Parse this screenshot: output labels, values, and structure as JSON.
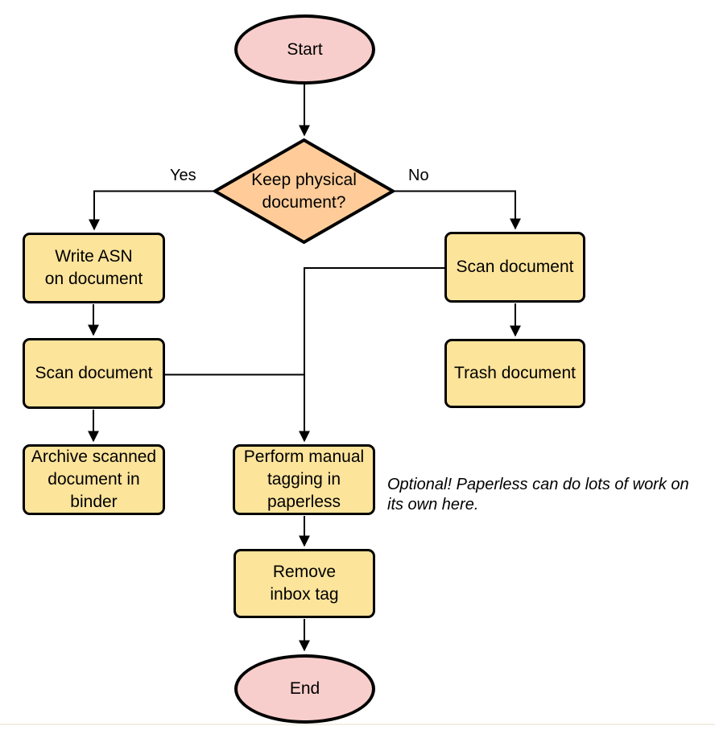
{
  "colors": {
    "background": "#FFFFFF",
    "stroke": "#000000",
    "terminator-fill": "#F8CECC",
    "decision-fill": "#FFCC99",
    "process-fill": "#FCE49B"
  },
  "flowchart": {
    "nodes": {
      "start": {
        "label": "Start",
        "shape": "terminator"
      },
      "keep_physical": {
        "label": "Keep physical\ndocument?",
        "shape": "decision"
      },
      "write_asn": {
        "label": "Write ASN\non document",
        "shape": "process"
      },
      "scan_left": {
        "label": "Scan document",
        "shape": "process"
      },
      "archive": {
        "label": "Archive scanned\ndocument in\nbinder",
        "shape": "process"
      },
      "scan_right": {
        "label": "Scan document",
        "shape": "process"
      },
      "trash": {
        "label": "Trash document",
        "shape": "process"
      },
      "tagging": {
        "label": "Perform manual\ntagging in\npaperless",
        "shape": "process"
      },
      "remove_inbox": {
        "label": "Remove\ninbox tag",
        "shape": "process"
      },
      "end": {
        "label": "End",
        "shape": "terminator"
      }
    },
    "edge_labels": {
      "yes": "Yes",
      "no": "No"
    },
    "note": "Optional! Paperless can do lots of work on\nits own here."
  }
}
